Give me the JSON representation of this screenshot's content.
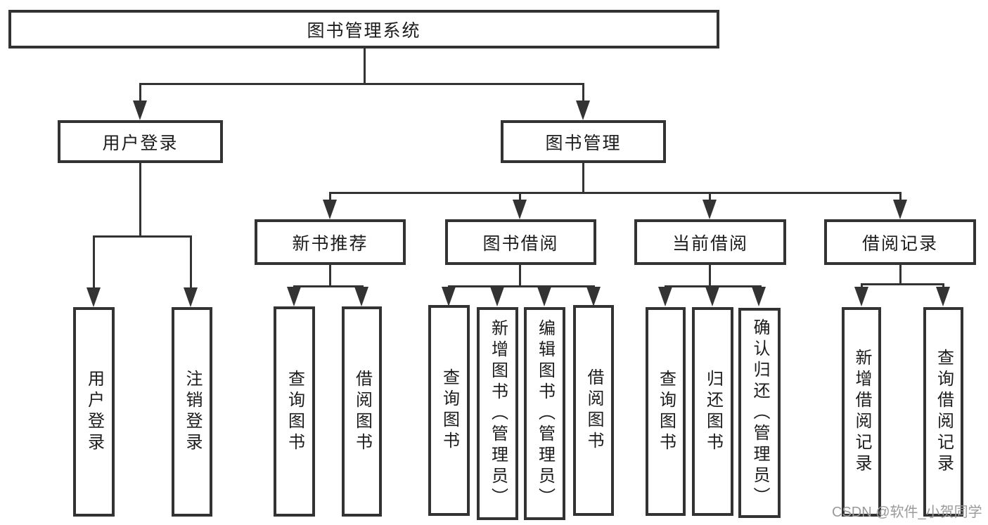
{
  "diagram_type": "functional-structure-tree",
  "colors": {
    "line": "#333333",
    "text": "#1c1c1c",
    "background": "#ffffff",
    "watermark": "#9a9a9a"
  },
  "tree": {
    "label": "图书管理系统",
    "children": [
      {
        "label": "用户登录",
        "children": [
          {
            "label": "用户登录"
          },
          {
            "label": "注销登录"
          }
        ]
      },
      {
        "label": "图书管理",
        "children": [
          {
            "label": "新书推荐",
            "children": [
              {
                "label": "查询图书"
              },
              {
                "label": "借阅图书"
              }
            ]
          },
          {
            "label": "图书借阅",
            "children": [
              {
                "label": "查询图书"
              },
              {
                "label": "新增图书（管理员）"
              },
              {
                "label": "编辑图书（管理员）"
              },
              {
                "label": "借阅图书"
              }
            ]
          },
          {
            "label": "当前借阅",
            "children": [
              {
                "label": "查询图书"
              },
              {
                "label": "归还图书"
              },
              {
                "label": "确认归还（管理员）"
              }
            ]
          },
          {
            "label": "借阅记录",
            "children": [
              {
                "label": "新增借阅记录"
              },
              {
                "label": "查询借阅记录"
              }
            ]
          }
        ]
      }
    ]
  },
  "watermark": {
    "text": "CSDN @软件_小贺同学"
  }
}
